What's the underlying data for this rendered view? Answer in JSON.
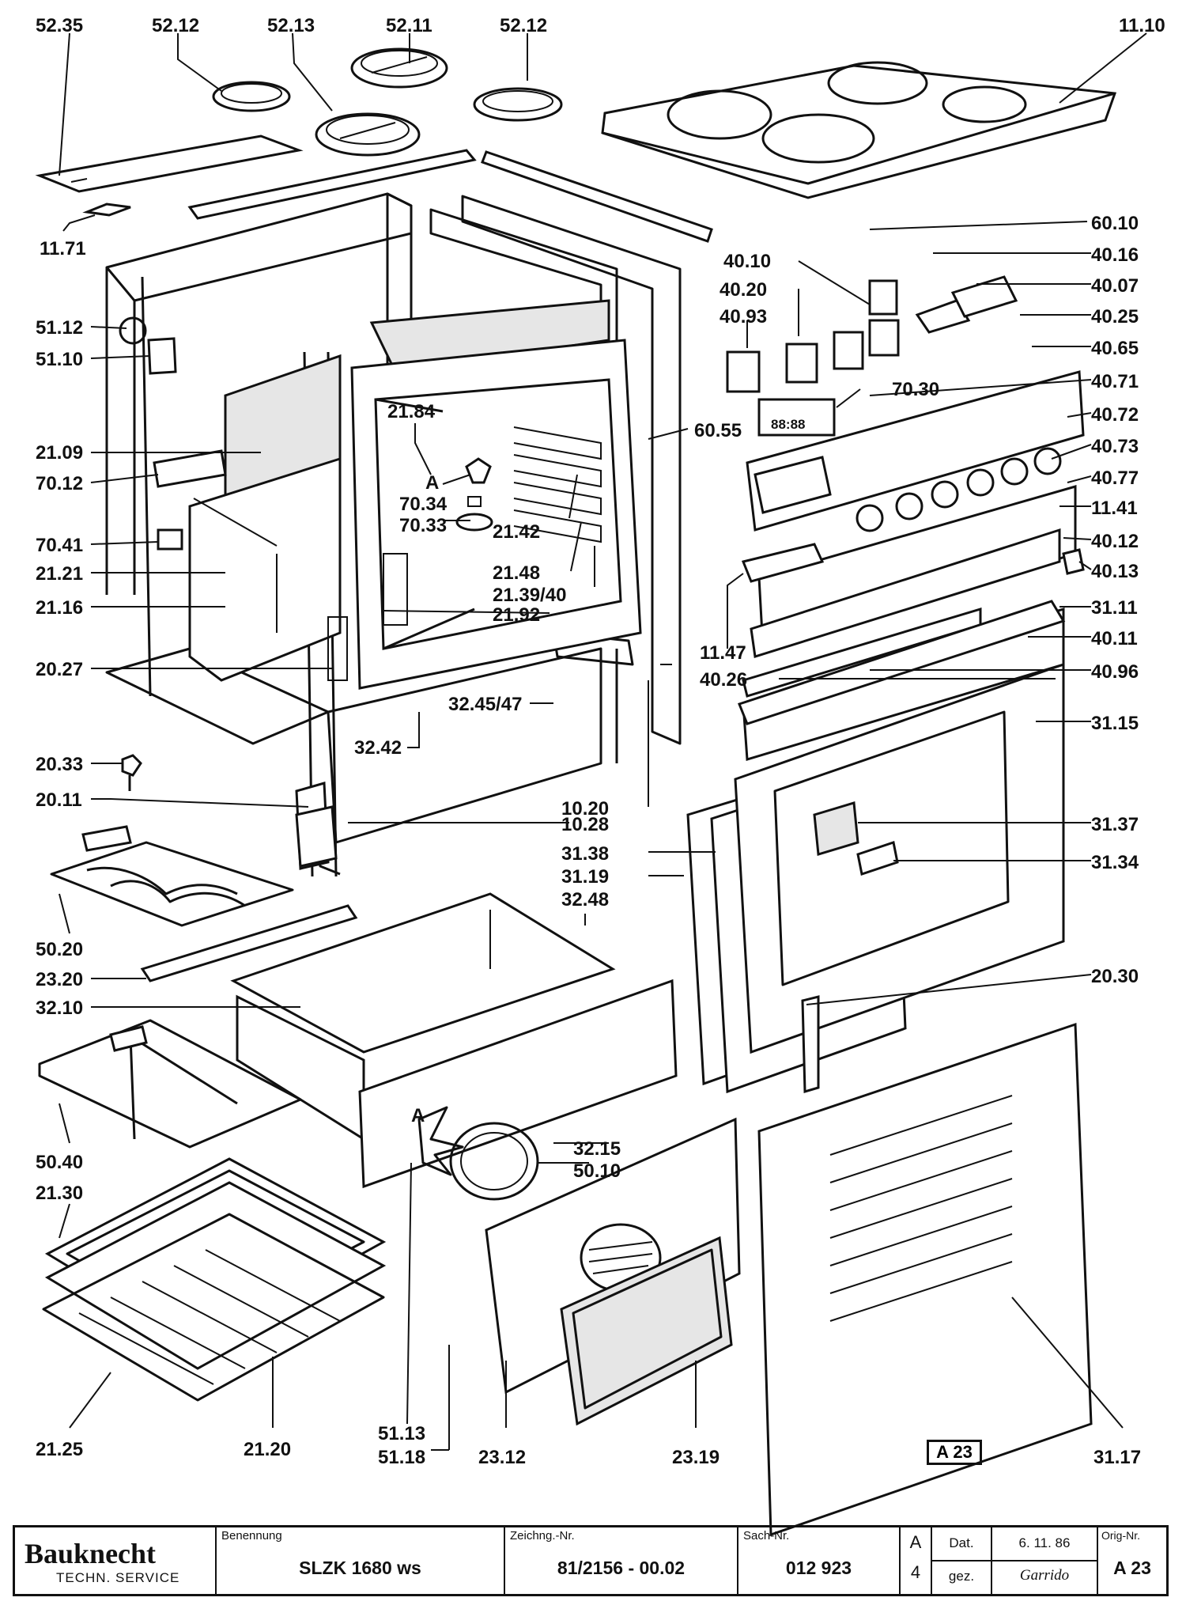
{
  "labels": {
    "l5235": "52.35",
    "l5212a": "52.12",
    "l5213": "52.13",
    "l5211": "52.11",
    "l5212b": "52.12",
    "l1110": "11.10",
    "l1171": "11.71",
    "l5112": "51.12",
    "l5110": "51.10",
    "l2109": "21.09",
    "l7012": "70.12",
    "l7041": "70.41",
    "l2121": "21.21",
    "l2116": "21.16",
    "l2027": "20.27",
    "l2033": "20.33",
    "l2011": "20.11",
    "l5020": "50.20",
    "l2320": "23.20",
    "l3210": "32.10",
    "l5040": "50.40",
    "l2130": "21.30",
    "l2125": "21.25",
    "l2120": "21.20",
    "l2184": "21.84",
    "l7034": "70.34",
    "l7033": "70.33",
    "l2142": "21.42",
    "l2148": "21.48",
    "l21394": "21.39/40",
    "l2192": "21.92",
    "l3245": "32.45/47",
    "l3242": "32.42",
    "l1020": "10.20",
    "l1028": "10.28",
    "l3138": "31.38",
    "l3119": "31.19",
    "l3248": "32.48",
    "l6055": "60.55",
    "l6010": "60.10",
    "l4010": "40.10",
    "l4016": "40.16",
    "l4020": "40.20",
    "l4007": "40.07",
    "l4093": "40.93",
    "l4025": "40.25",
    "l4065": "40.65",
    "l7030": "70.30",
    "l4071": "40.71",
    "l4072": "40.72",
    "l4073": "40.73",
    "l4077": "40.77",
    "l1141": "11.41",
    "l4012": "40.12",
    "l4013": "40.13",
    "l3111": "31.11",
    "l4011": "40.11",
    "l1147": "11.47",
    "l4026": "40.26",
    "l4096": "40.96",
    "l3115": "31.15",
    "l3137": "31.37",
    "l3134": "31.34",
    "l2030": "20.30",
    "l3215": "32.15",
    "l5010": "50.10",
    "l5113": "51.13",
    "l5118": "51.18",
    "l2312": "23.12",
    "l2319": "23.19",
    "l3117": "31.17",
    "markA1": "A",
    "markA2": "A",
    "timer": "88:88"
  },
  "sheet_ref": "A 23",
  "title_block": {
    "brand": "Bauknecht",
    "service": "TECHN. SERVICE",
    "benennung_caption": "Benennung",
    "benennung": "SLZK 1680 ws",
    "zeichng_caption": "Zeichng.-Nr.",
    "zeichng": "81/2156 - 00.02",
    "sach_caption": "Sach-Nr.",
    "sach": "012 923",
    "rev_top": "A",
    "rev_bottom": "4",
    "dat_caption": "Dat.",
    "dat": "6. 11. 86",
    "gez_caption": "gez.",
    "gez": "Garrido",
    "orig_caption": "Orig-Nr.",
    "orig": "A 23"
  }
}
